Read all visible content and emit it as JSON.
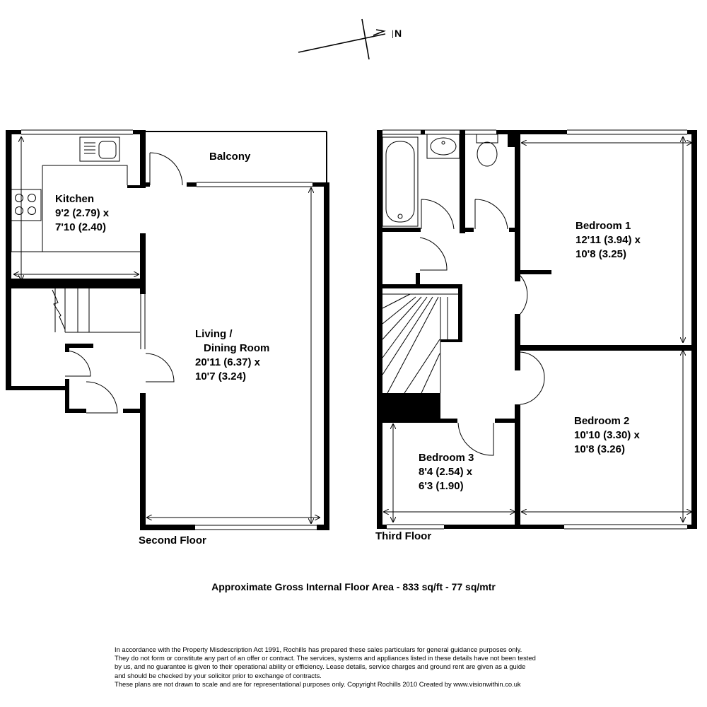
{
  "compass": {
    "north_label": "N",
    "icon": "north-arrow-icon"
  },
  "second_floor": {
    "title": "Second Floor",
    "rooms": {
      "kitchen": {
        "name": "Kitchen",
        "dim1": "9'2 (2.79) x",
        "dim2": "7'10 (2.40)"
      },
      "living": {
        "name1": "Living /",
        "name2": "Dining Room",
        "dim1": "20'11 (6.37) x",
        "dim2": "10'7 (3.24)"
      },
      "balcony": {
        "name": "Balcony"
      }
    }
  },
  "third_floor": {
    "title": "Third Floor",
    "rooms": {
      "bedroom1": {
        "name": "Bedroom 1",
        "dim1": "12'11 (3.94) x",
        "dim2": "10'8 (3.25)"
      },
      "bedroom2": {
        "name": "Bedroom 2",
        "dim1": "10'10 (3.30) x",
        "dim2": "10'8 (3.26)"
      },
      "bedroom3": {
        "name": "Bedroom 3",
        "dim1": "8'4 (2.54) x",
        "dim2": "6'3 (1.90)"
      }
    }
  },
  "area_text": "Approximate Gross Internal Floor Area - 833 sq/ft - 77 sq/mtr",
  "disclaimer": [
    "In accordance with the Property Misdescription Act 1991, Rochills has prepared these sales particulars for general guidance purposes only.",
    "They do not form or constitute any part of an offer or contract. The services, systems and appliances listed in these details have not been tested",
    "by us, and no guarantee is given to their operational ability or efficiency. Lease details, service charges and ground rent are given as a guide",
    "and should be checked by your solicitor prior to exchange of contracts.",
    "These plans are not drawn to scale and are for representational purposes only. Copyright Rochills 2010  Created by www.visionwithin.co.uk"
  ]
}
